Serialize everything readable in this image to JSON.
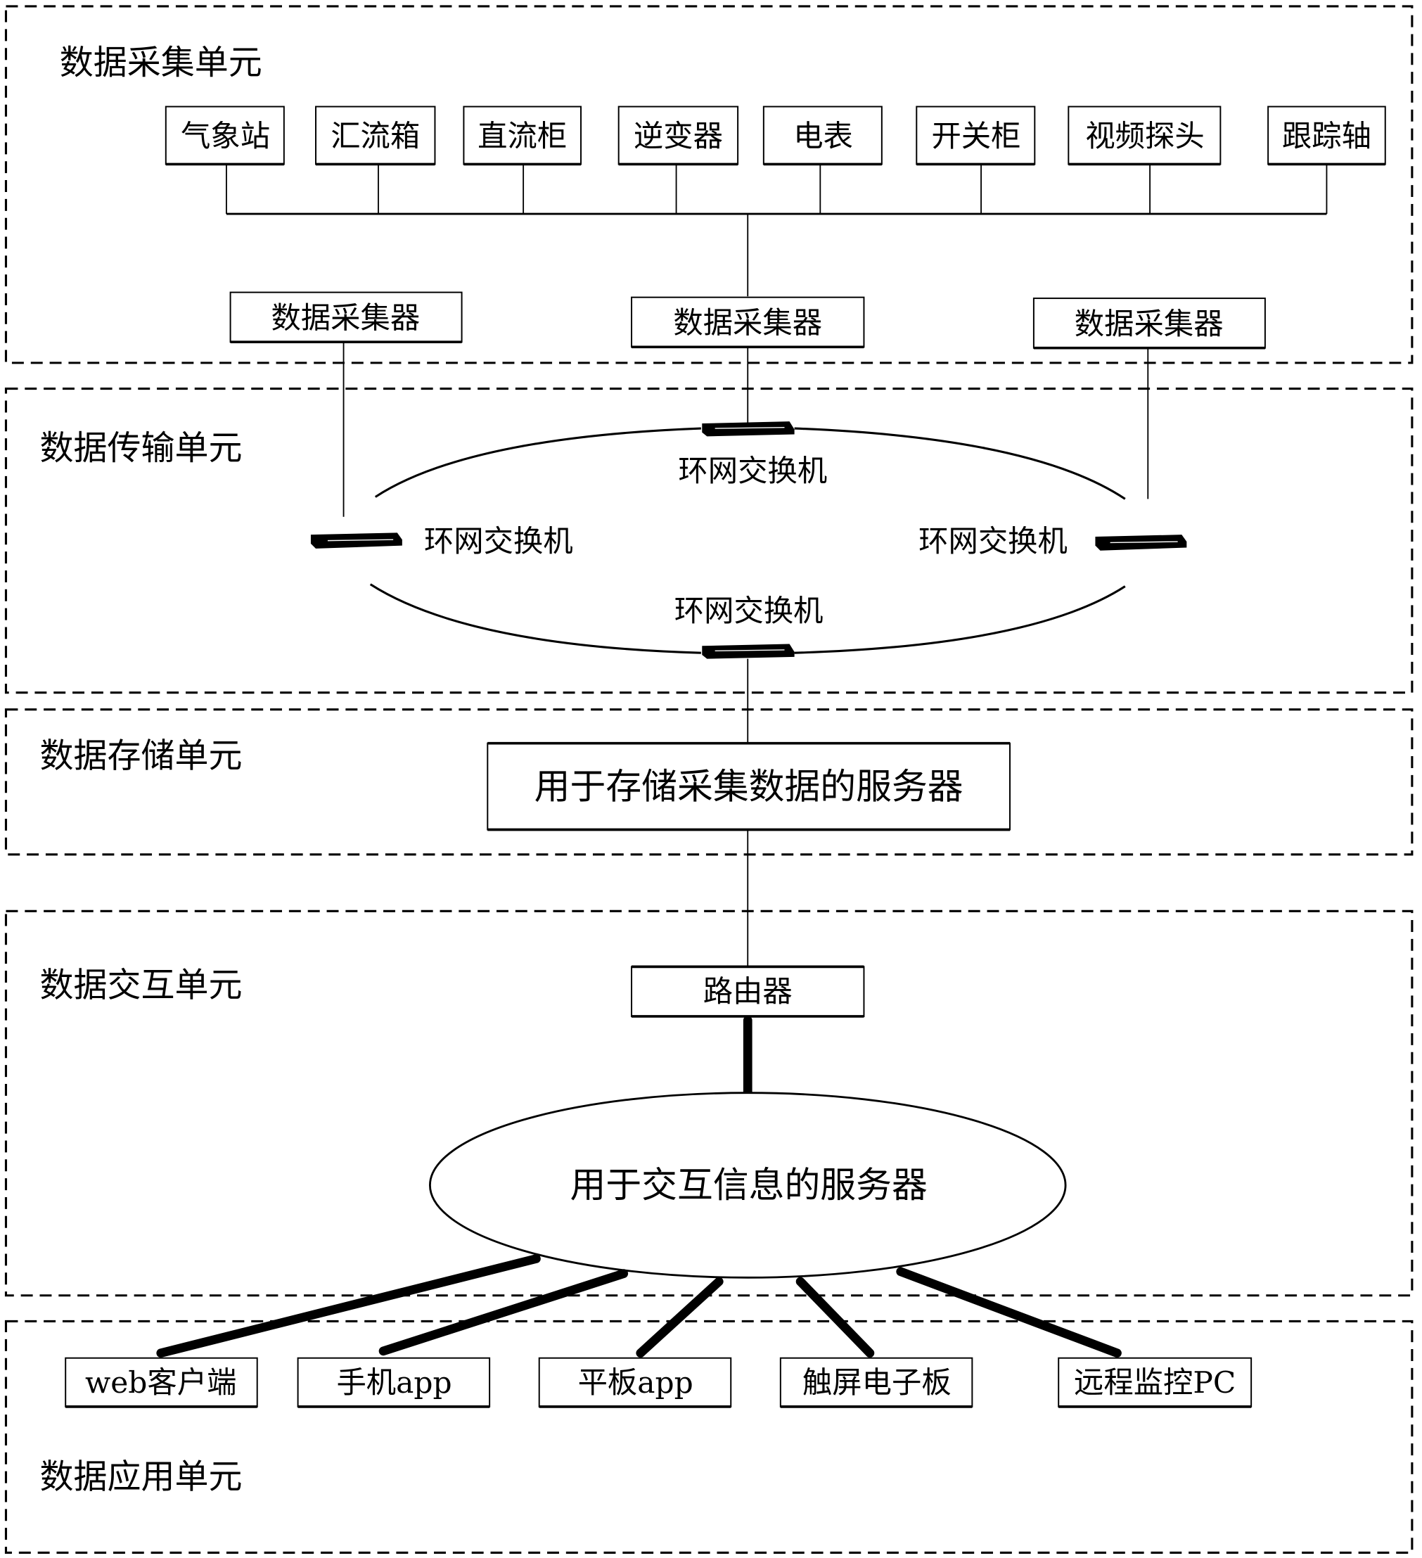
{
  "units": {
    "collection": "数据采集单元",
    "transmission": "数据传输单元",
    "storage": "数据存储单元",
    "interaction": "数据交互单元",
    "application": "数据应用单元"
  },
  "devices": [
    {
      "label": "气象站"
    },
    {
      "label": "汇流箱"
    },
    {
      "label": "直流柜"
    },
    {
      "label": "逆变器"
    },
    {
      "label": "电表"
    },
    {
      "label": "开关柜"
    },
    {
      "label": "视频探头"
    },
    {
      "label": "跟踪轴"
    }
  ],
  "collectors": [
    {
      "label": "数据采集器"
    },
    {
      "label": "数据采集器"
    },
    {
      "label": "数据采集器"
    }
  ],
  "switches": [
    {
      "label": "环网交换机",
      "position": "top"
    },
    {
      "label": "环网交换机",
      "position": "left"
    },
    {
      "label": "环网交换机",
      "position": "right"
    },
    {
      "label": "环网交换机",
      "position": "bottom"
    }
  ],
  "storage_server": {
    "label": "用于存储采集数据的服务器"
  },
  "router": {
    "label": "路由器"
  },
  "interaction_server": {
    "label": "用于交互信息的服务器"
  },
  "clients": [
    {
      "label": "web客户端"
    },
    {
      "label": "手机app"
    },
    {
      "label": "平板app"
    },
    {
      "label": "触屏电子板"
    },
    {
      "label": "远程监控PC"
    }
  ]
}
